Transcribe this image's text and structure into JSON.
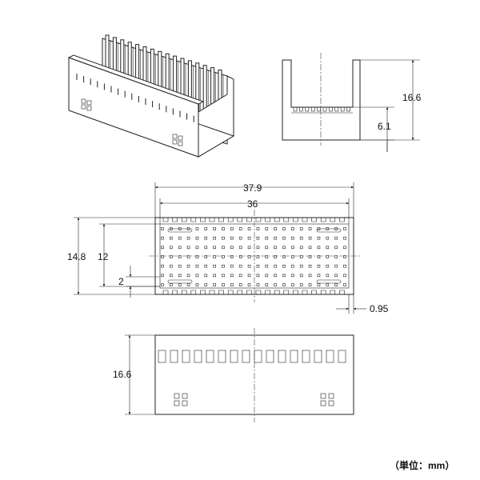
{
  "dimensions": {
    "side_height": "16.6",
    "side_inner": "6.1",
    "top_width_total": "37.9",
    "top_width_inner": "36",
    "top_height_total": "14.8",
    "top_height_inner": "12",
    "top_pitch": "2",
    "top_offset": "0.95",
    "front_height": "16.6"
  },
  "unit_label": "（単位：mm）",
  "views": {
    "front_slot_count": 16,
    "top_row_count": 7,
    "top_column_count": 22
  },
  "colors": {
    "line": "#222222",
    "background": "#ffffff"
  }
}
